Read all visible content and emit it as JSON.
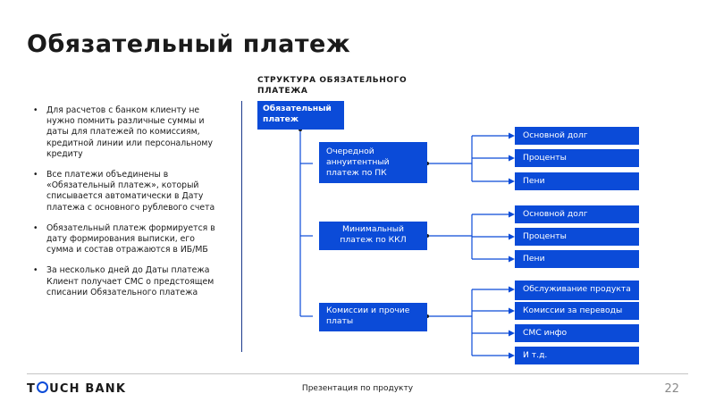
{
  "title": "Обязательный платеж",
  "bullets": [
    "Для расчетов с банком клиенту не нужно помнить различные суммы и даты для платежей по комиссиям, кредитной линии или персональному кредиту",
    "Все платежи объединены в «Обязательный платеж», который списывается автоматически в Дату платежа с основного рублевого счета",
    "Обязательный платеж формируется в дату формирования выписки, его сумма и состав отражаются в ИБ/МБ",
    "За несколько дней до Даты платежа Клиент получает СМС о предстоящем списании Обязательного платежа"
  ],
  "diagram": {
    "heading": "СТРУКТУРА ОБЯЗАТЕЛЬНОГО ПЛАТЕЖА",
    "root": "Обязательный платеж",
    "groups": [
      {
        "label": "Очередной аннуитентный платеж по ПК",
        "items": [
          "Основной долг",
          "Проценты",
          "Пени"
        ]
      },
      {
        "label": "Минимальный платеж по ККЛ",
        "items": [
          "Основной долг",
          "Проценты",
          "Пени"
        ]
      },
      {
        "label": "Комиссии и прочие платы",
        "items": [
          "Обслуживание продукта",
          "Комиссии за переводы",
          "СМС инфо",
          "И т.д."
        ]
      }
    ]
  },
  "footer": {
    "logo_before": "T",
    "logo_after": "UCH BANK",
    "center": "Презентация по продукту",
    "page": "22"
  }
}
